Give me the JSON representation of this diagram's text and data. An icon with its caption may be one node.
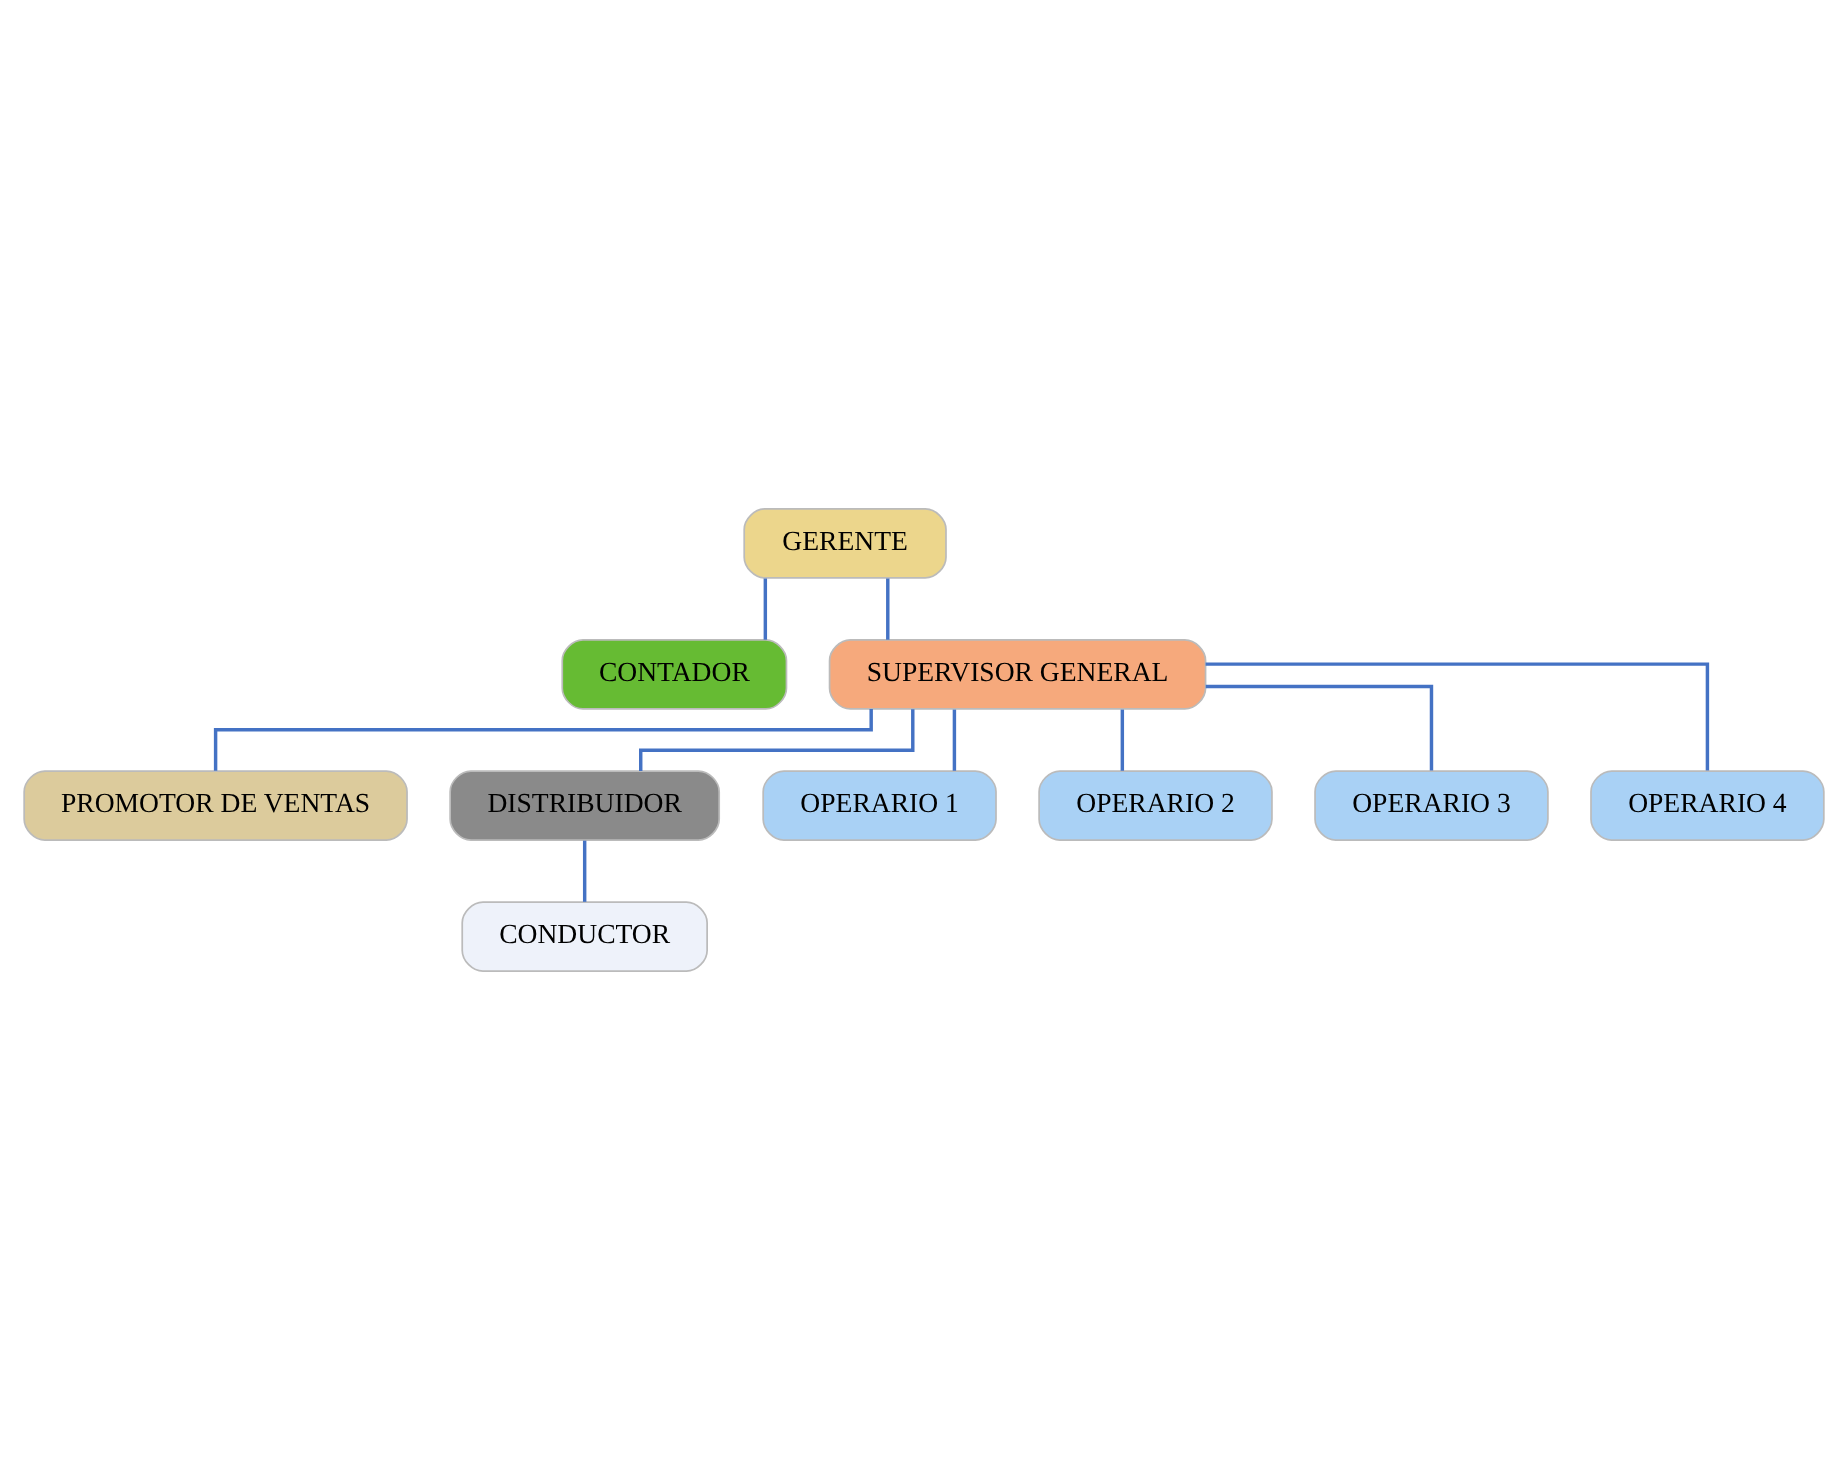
{
  "diagram": {
    "nodes": [
      {
        "text": [
          "GERENTE"
        ]
      },
      {
        "text": [
          "CONTADOR"
        ]
      },
      {
        "text": [
          "SUPERVISOR GENERAL"
        ]
      },
      {
        "text": [
          "PROMOTOR DE VENTAS"
        ]
      },
      {
        "text": [
          "DISTRIBUIDOR"
        ]
      },
      {
        "text": [
          "CONDUCTOR"
        ]
      },
      {
        "text": [
          "OPERARIO 1"
        ]
      },
      {
        "text": [
          "OPERARIO 2"
        ]
      },
      {
        "text": [
          "OPERARIO 3"
        ]
      },
      {
        "text": [
          "OPERARIO 4"
        ]
      }
    ],
    "edges": [
      {
        "from": 0,
        "to": 1,
        "arrow": "none"
      },
      {
        "from": 0,
        "to": 2,
        "arrow": "none"
      },
      {
        "from": 2,
        "to": 3,
        "arrow": "none"
      },
      {
        "from": 2,
        "to": 4,
        "arrow": "none"
      },
      {
        "from": 4,
        "to": 5,
        "arrow": "none"
      },
      {
        "from": 2,
        "to": 6,
        "arrow": "none"
      },
      {
        "from": 2,
        "to": 7,
        "arrow": "none"
      },
      {
        "from": 2,
        "to": 8,
        "arrow": "none"
      },
      {
        "from": 2,
        "to": 9,
        "arrow": "none"
      }
    ]
  }
}
